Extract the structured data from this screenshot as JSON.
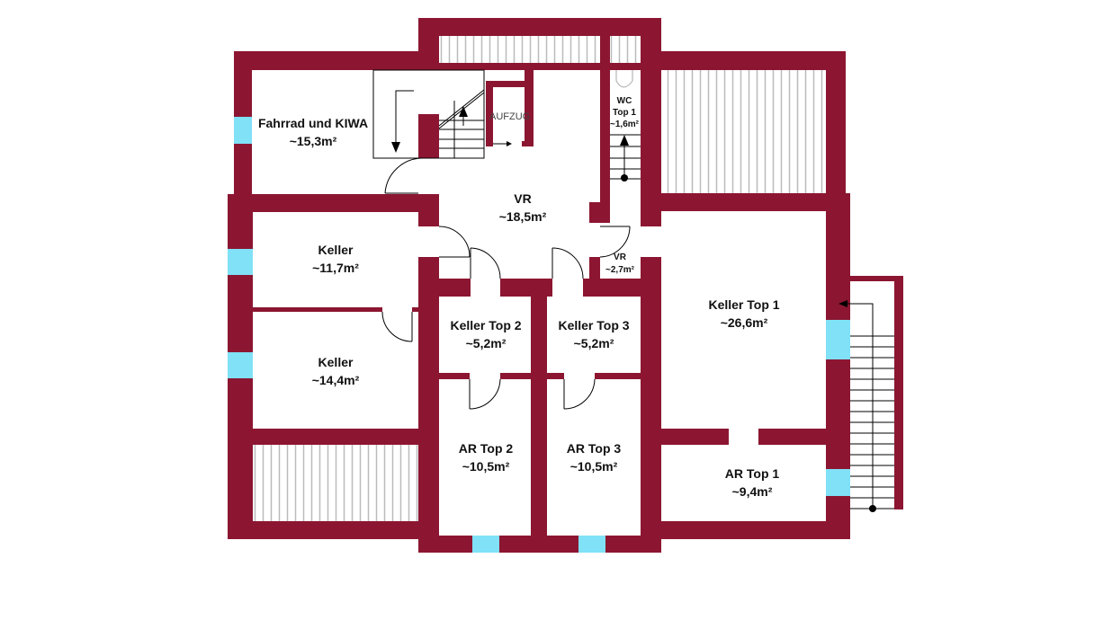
{
  "plan": {
    "wall_color": "#8c1631",
    "window_color": "#80e1f7",
    "elevator_label": "AUFZUG",
    "rooms": [
      {
        "name": "Fahrrad und KIWA",
        "area": "~15,3m²"
      },
      {
        "name": "VR",
        "area": "~18,5m²"
      },
      {
        "name": "WC",
        "sub": "Top 1",
        "area": "~1,6m²"
      },
      {
        "name": "VR",
        "area": "~2,7m²"
      },
      {
        "name": "Keller",
        "area": "~11,7m²"
      },
      {
        "name": "Keller",
        "area": "~14,4m²"
      },
      {
        "name": "Keller Top 2",
        "area": "~5,2m²"
      },
      {
        "name": "Keller Top 3",
        "area": "~5,2m²"
      },
      {
        "name": "AR Top 2",
        "area": "~10,5m²"
      },
      {
        "name": "AR Top 3",
        "area": "~10,5m²"
      },
      {
        "name": "Keller Top 1",
        "area": "~26,6m²"
      },
      {
        "name": "AR Top 1",
        "area": "~9,4m²"
      }
    ]
  }
}
